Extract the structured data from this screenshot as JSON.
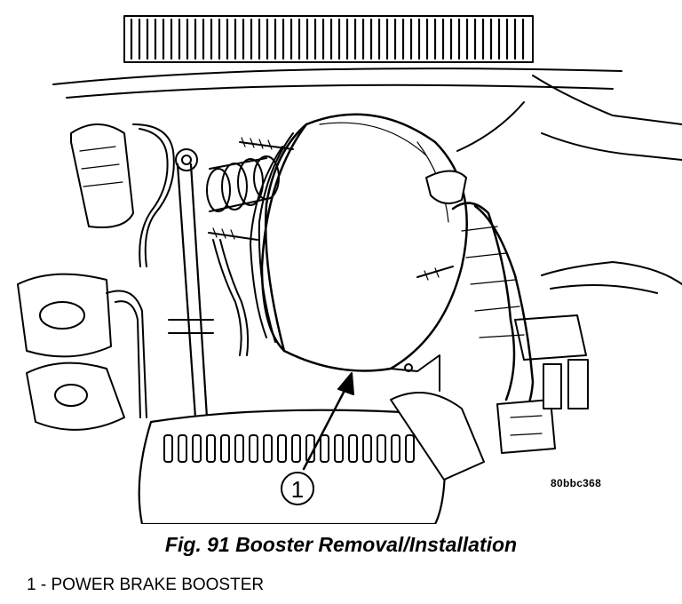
{
  "figure": {
    "callout_number": "1",
    "reference_code": "80bbc368",
    "caption": "Fig. 91 Booster Removal/Installation",
    "legend": [
      {
        "text": "1 - POWER BRAKE BOOSTER"
      }
    ]
  }
}
